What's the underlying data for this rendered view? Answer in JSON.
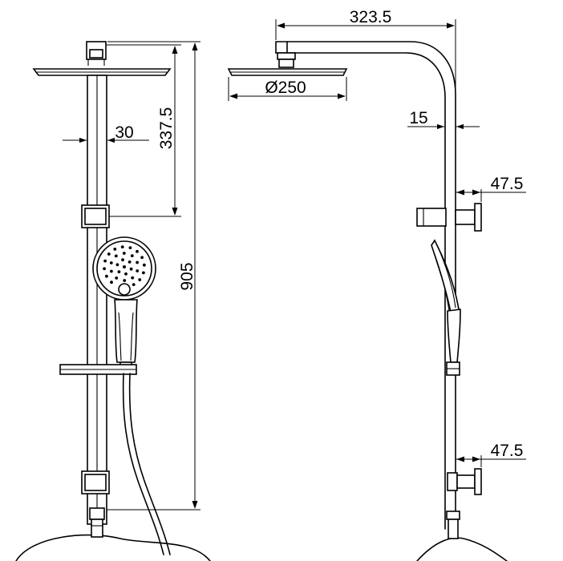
{
  "drawing": {
    "dimensions": {
      "rail_length": "905",
      "head_drop": "337.5",
      "rail_width": "30",
      "head_diameter": "Ø250",
      "arm_reach": "323.5",
      "arm_tube": "15",
      "bracket_upper_offset": "47.5",
      "bracket_lower_offset": "47.5"
    },
    "colors": {
      "line": "#000000",
      "background": "#ffffff"
    }
  }
}
